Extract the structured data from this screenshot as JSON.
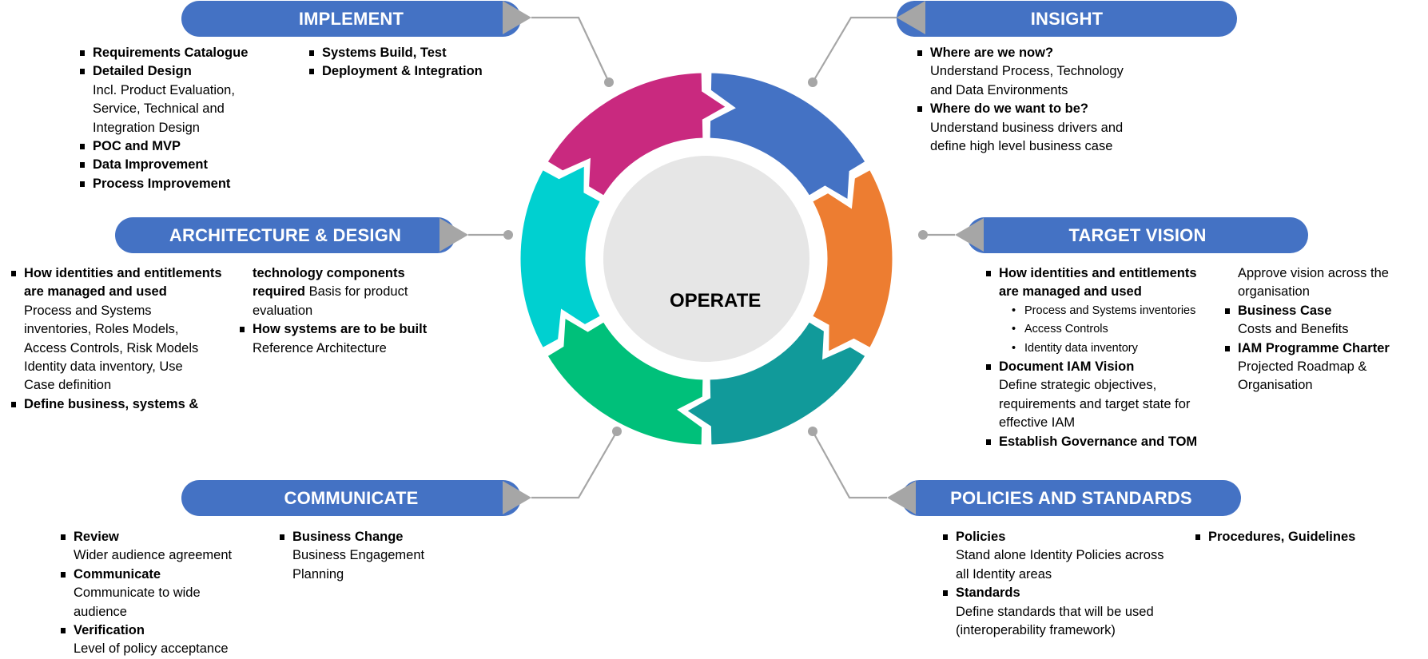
{
  "center": {
    "label": "OPERATE"
  },
  "colors": {
    "pill": "#4472C4",
    "connector": "#A6A6A6",
    "center_fill": "#E6E6E6",
    "segments": {
      "implement": "#C9297F",
      "insight": "#4472C4",
      "target_vision": "#ED7D31",
      "policies": "#119A9A",
      "communicate": "#00C07A",
      "architecture": "#00D0D0"
    }
  },
  "phases": {
    "implement": {
      "title": "IMPLEMENT",
      "col1": [
        {
          "bold": "Requirements Catalogue"
        },
        {
          "bold": "Detailed Design",
          "desc": [
            "Incl. Product Evaluation,",
            "Service, Technical and",
            "Integration Design"
          ]
        },
        {
          "bold": "POC and MVP"
        },
        {
          "bold": "Data Improvement"
        },
        {
          "bold": "Process Improvement"
        }
      ],
      "col2": [
        {
          "bold": "Systems Build, Test"
        },
        {
          "bold": "Deployment & Integration"
        }
      ]
    },
    "insight": {
      "title": "INSIGHT",
      "col1": [
        {
          "bold": "Where are we now?",
          "desc": [
            "Understand Process, Technology",
            "and Data Environments"
          ]
        },
        {
          "bold": "Where do we want to be?",
          "desc": [
            "Understand business drivers and",
            "define high level business case"
          ]
        }
      ]
    },
    "architecture": {
      "title": "ARCHITECTURE & DESIGN",
      "col1": [
        {
          "bold": "How identities and entitlements are managed and used",
          "desc": [
            "Process and Systems",
            "inventories, Roles Models,",
            "Access Controls, Risk Models",
            "Identity data inventory, Use",
            "Case definition"
          ]
        },
        {
          "bold": "Define business, systems &"
        }
      ],
      "col2_cont": {
        "bold": "technology components required",
        "text": " Basis for product evaluation"
      },
      "col2": [
        {
          "bold": "How systems are to be built",
          "desc": [
            "Reference Architecture"
          ]
        }
      ]
    },
    "target_vision": {
      "title": "TARGET VISION",
      "col1": [
        {
          "bold": "How identities and entitlements are managed and used",
          "sub": [
            "Process and Systems inventories",
            "Access Controls",
            "Identity data inventory"
          ]
        },
        {
          "bold": "Document IAM Vision",
          "desc": [
            "Define strategic objectives,",
            "requirements and target state for",
            "effective IAM"
          ]
        },
        {
          "bold": "Establish Governance and TOM"
        }
      ],
      "col2_cont": [
        "Approve vision across the",
        "organisation"
      ],
      "col2": [
        {
          "bold": "Business Case",
          "desc": [
            "Costs and Benefits"
          ]
        },
        {
          "bold": "IAM Programme Charter",
          "desc": [
            "Projected Roadmap &",
            "Organisation"
          ]
        }
      ]
    },
    "communicate": {
      "title": "COMMUNICATE",
      "col1": [
        {
          "bold": "Review",
          "desc": [
            "Wider audience agreement"
          ]
        },
        {
          "bold": "Communicate",
          "desc": [
            "Communicate to wide",
            "audience"
          ]
        },
        {
          "bold": "Verification",
          "desc": [
            "Level of policy acceptance"
          ]
        }
      ],
      "col2": [
        {
          "bold": "Business Change",
          "desc": [
            "Business Engagement",
            "Planning"
          ]
        }
      ]
    },
    "policies": {
      "title": "POLICIES AND STANDARDS",
      "col1": [
        {
          "bold": "Policies",
          "desc": [
            "Stand alone Identity Policies across",
            "all Identity areas"
          ]
        },
        {
          "bold": "Standards",
          "desc": [
            "Define standards that will be used",
            "(interoperability framework)"
          ]
        }
      ],
      "col2": [
        {
          "bold": "Procedures, Guidelines"
        }
      ]
    }
  }
}
